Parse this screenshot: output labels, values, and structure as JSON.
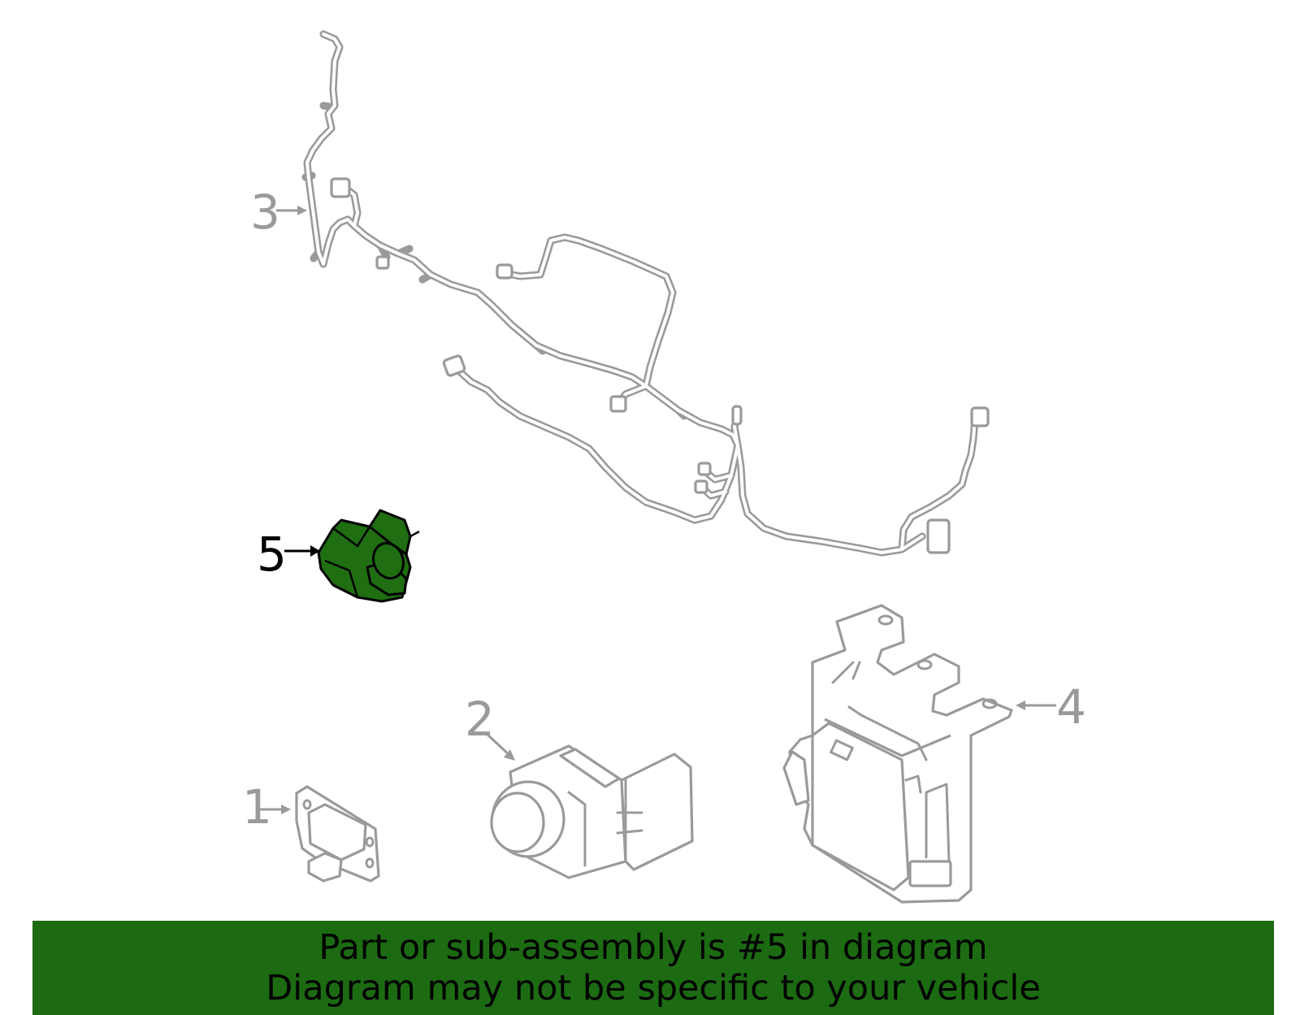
{
  "callouts": {
    "c1": "1",
    "c2": "2",
    "c3": "3",
    "c4": "4",
    "c5": "5"
  },
  "highlighted_callout": "5",
  "colors": {
    "line_art": "#9a9a9a",
    "highlight_fill": "#1f6e12",
    "banner": "#1c6b12",
    "banner_text": "#000000"
  },
  "banner": {
    "line1": "Part or sub-assembly is #5 in diagram",
    "line2": "Diagram may not be specific to your vehicle"
  }
}
